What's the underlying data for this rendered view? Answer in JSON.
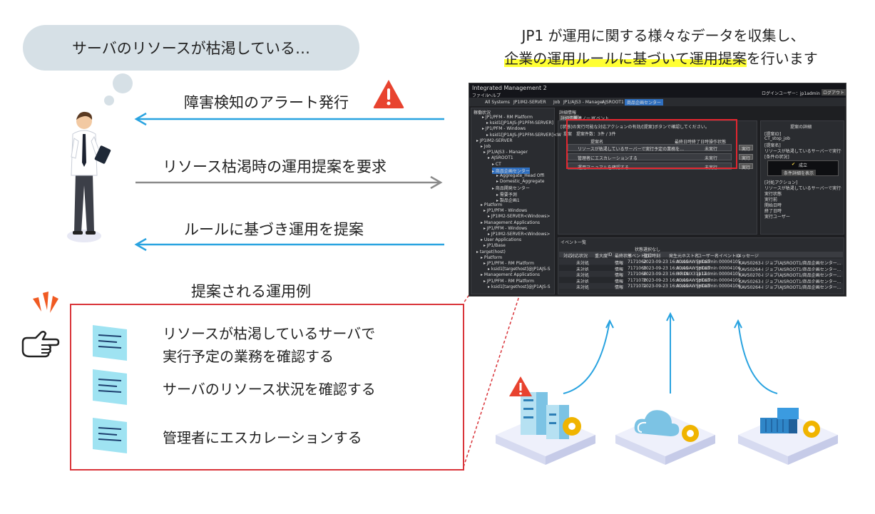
{
  "bubble": {
    "text": "サーバのリソースが枯渇している…"
  },
  "headline": {
    "line1": "JP1 が運用に関する様々なデータを収集し、",
    "line2_highlight": "企業の運用ルールに基づいて運用提案",
    "line2_rest": "を行います"
  },
  "arrows": {
    "alert": "障害検知のアラート発行",
    "request": "リソース枯渇時の運用提案を要求",
    "propose": "ルールに基づき運用を提案"
  },
  "examples": {
    "title": "提案される運用例",
    "items": [
      {
        "line1": "リソースが枯渇しているサーバで",
        "line2": "実行予定の業務を確認する"
      },
      {
        "line1": "サーバのリソース状況を確認する",
        "line2": ""
      },
      {
        "line1": "管理者にエスカレーションする",
        "line2": ""
      }
    ]
  },
  "screenshot": {
    "app_title": "Integrated Management 2",
    "menu": [
      "ファイル",
      "ヘルプ"
    ],
    "login": "ログインユーザー：jp1admin",
    "logout": "ログアウト",
    "breadcrumb": [
      "All Systems",
      "JP1IM2-SERVER",
      "Job",
      "JP1/AJS3 - Manager",
      "AJSROOT1",
      "商品企画センター"
    ],
    "tree_title": "稼働状況",
    "tree_items": [
      "JP1/PFM - RM Platform",
      "ksid1[JP1AJS-JP1PFM-SERVER]",
      "JP1/PFM - Windows",
      "ksid1[JP1AJS-JP1PFM-SERVER]<W",
      "JP1IM2-SERVER",
      "Job",
      "JP1/AJS3 - Manager",
      "AJSROOT1",
      "CT",
      "商品企画センター",
      "Aggregate_Head Offi",
      "Domestic_Aggregate",
      "商品開発センター",
      "需要予測",
      "製品企画1",
      "Platform",
      "JP1/PFM - Windows",
      "JP1IM2-SERVER<Windows>",
      "Management Applications",
      "JP1/PFM - Windows",
      "JP1IM2-SERVER<Windows>",
      "User Applications",
      "JP1/Base",
      "target(host)",
      "Platform",
      "JP1/PFM - RM Platform",
      "ksid1[targethost]@JP1AJS-S",
      "Management Applications",
      "JP1/PFM - RM Platform",
      "ksid1[targethost]@JP1AJS-S"
    ],
    "tabs": [
      "詳細情報",
      "関連ノード",
      "イベント"
    ],
    "proposal_caption": "[状態]の実行可能な対応アクションの有効/[提案]ボタンで確認してください。",
    "status_label": "提案",
    "count_label": "提案件数：3件 / 3件",
    "col_heads": [
      "提案名",
      "最終日時",
      "終了日時",
      "操作状態"
    ],
    "proposals": [
      {
        "name": "リソースが枯渇しているサーバーで実行予定の業務を…",
        "state": "未実行",
        "btn": "実行"
      },
      {
        "name": "管理者にエスカレーションする",
        "state": "未実行",
        "btn": "実行"
      },
      {
        "name": "運用マニュアルを確認する",
        "state": "未実行",
        "btn": "実行"
      }
    ],
    "detail_title": "提案の詳細",
    "detail_lines": [
      "[提案ID]",
      "CT_stop_job",
      "[提案名]",
      "リソースが枯渇しているサーバーで実行予定の業務を確認する",
      "[条件の状況]"
    ],
    "detail_ok": "成立",
    "detail_btn": "条件詳細を表示",
    "detail_lines2": [
      "[対処アクション]",
      "リソースが枯渇しているサーバーで実行予定の業務を確認する",
      "実行状態",
      "実行前",
      "開始日時",
      "終了日時",
      "実行ユーザー"
    ],
    "event_title": "イベント一覧",
    "event_filter": "状態選択なし",
    "event_cols": [
      "対応",
      "対応状況",
      "重大度",
      "ID",
      "最終状態",
      "イベントID",
      "登録時刻",
      "発生元ホスト名",
      "ユーザー名",
      "イベントID",
      "メッセージ"
    ],
    "events": [
      [
        "未対処",
        "情報",
        "7171062",
        "2023-09-23 16:00:19",
        "ALIAGAWSHOST",
        "jp1admin",
        "00004105",
        "KAVS0263-I ジョブ(AJSROOT1/商品企画センター…"
      ],
      [
        "未対処",
        "情報",
        "7171065",
        "2023-09-23 16:00:19",
        "ALIAGAWSHOST",
        "jp1admin",
        "00004106",
        "KAVS0264-I ジョブ(AJSROOT1/商品企画センター…"
      ],
      [
        "未対処",
        "情報",
        "7171066",
        "2023-09-23 16:00:19",
        "HIROUX3111Z",
        "jp1admin",
        "00004105",
        "KAVS0270-I ジョブ(AJSROOT1/商品企画センター…"
      ],
      [
        "未対処",
        "情報",
        "7171070",
        "2023-09-23 16:00:19",
        "ALIAGAWSHOST",
        "jp1admin",
        "00004105",
        "KAVS0263-I ジョブ(AJSROOT1/商品企画センター…"
      ],
      [
        "未対処",
        "情報",
        "7171071",
        "2023-09-23 16:00:19",
        "ALIAGAWSHOST",
        "jp1admin",
        "00004106",
        "KAVS0264-I ジョブ(AJSROOT1/商品企画センター…"
      ]
    ]
  },
  "colors": {
    "arrow_blue": "#29a3e0",
    "arrow_gray": "#8a8a8a",
    "alert_red": "#e8432f",
    "box_red": "#d9343a",
    "highlight_yellow": "#ffff33",
    "bubble_gray": "#d6e0e6",
    "doc_cyan": "#9fe3f2"
  }
}
